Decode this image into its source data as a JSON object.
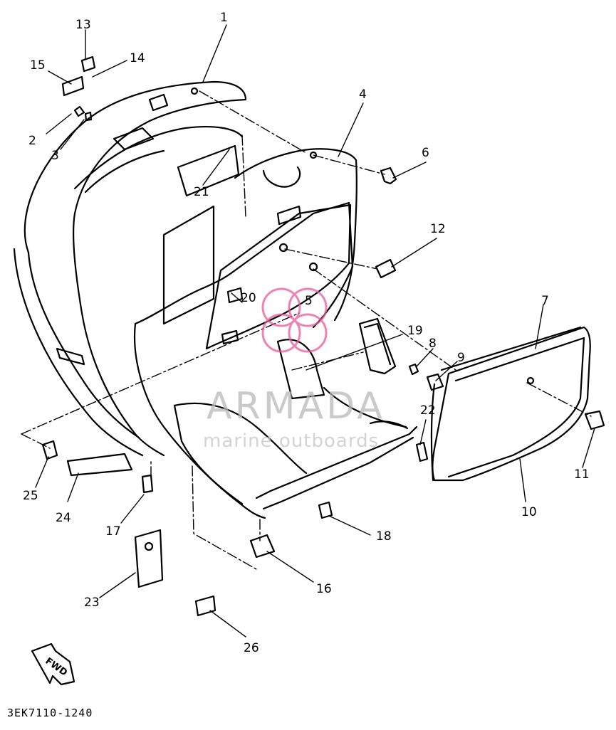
{
  "callouts": [
    {
      "id": "1",
      "label": "1"
    },
    {
      "id": "2",
      "label": "2"
    },
    {
      "id": "3",
      "label": "3"
    },
    {
      "id": "4",
      "label": "4"
    },
    {
      "id": "5",
      "label": "5"
    },
    {
      "id": "6",
      "label": "6"
    },
    {
      "id": "7",
      "label": "7"
    },
    {
      "id": "8",
      "label": "8"
    },
    {
      "id": "9",
      "label": "9"
    },
    {
      "id": "10",
      "label": "10"
    },
    {
      "id": "11",
      "label": "11"
    },
    {
      "id": "12",
      "label": "12"
    },
    {
      "id": "13",
      "label": "13"
    },
    {
      "id": "14",
      "label": "14"
    },
    {
      "id": "15",
      "label": "15"
    },
    {
      "id": "16",
      "label": "16"
    },
    {
      "id": "17",
      "label": "17"
    },
    {
      "id": "18",
      "label": "18"
    },
    {
      "id": "19",
      "label": "19"
    },
    {
      "id": "20",
      "label": "20"
    },
    {
      "id": "21",
      "label": "21"
    },
    {
      "id": "22",
      "label": "22"
    },
    {
      "id": "23",
      "label": "23"
    },
    {
      "id": "24",
      "label": "24"
    },
    {
      "id": "25",
      "label": "25"
    },
    {
      "id": "26",
      "label": "26"
    }
  ],
  "direction_label": "FWD",
  "diagram_code": "3EK7110-1240",
  "watermark": {
    "brand": "ARMADA",
    "tagline": "marine outboards",
    "color": "#e85a9a"
  }
}
